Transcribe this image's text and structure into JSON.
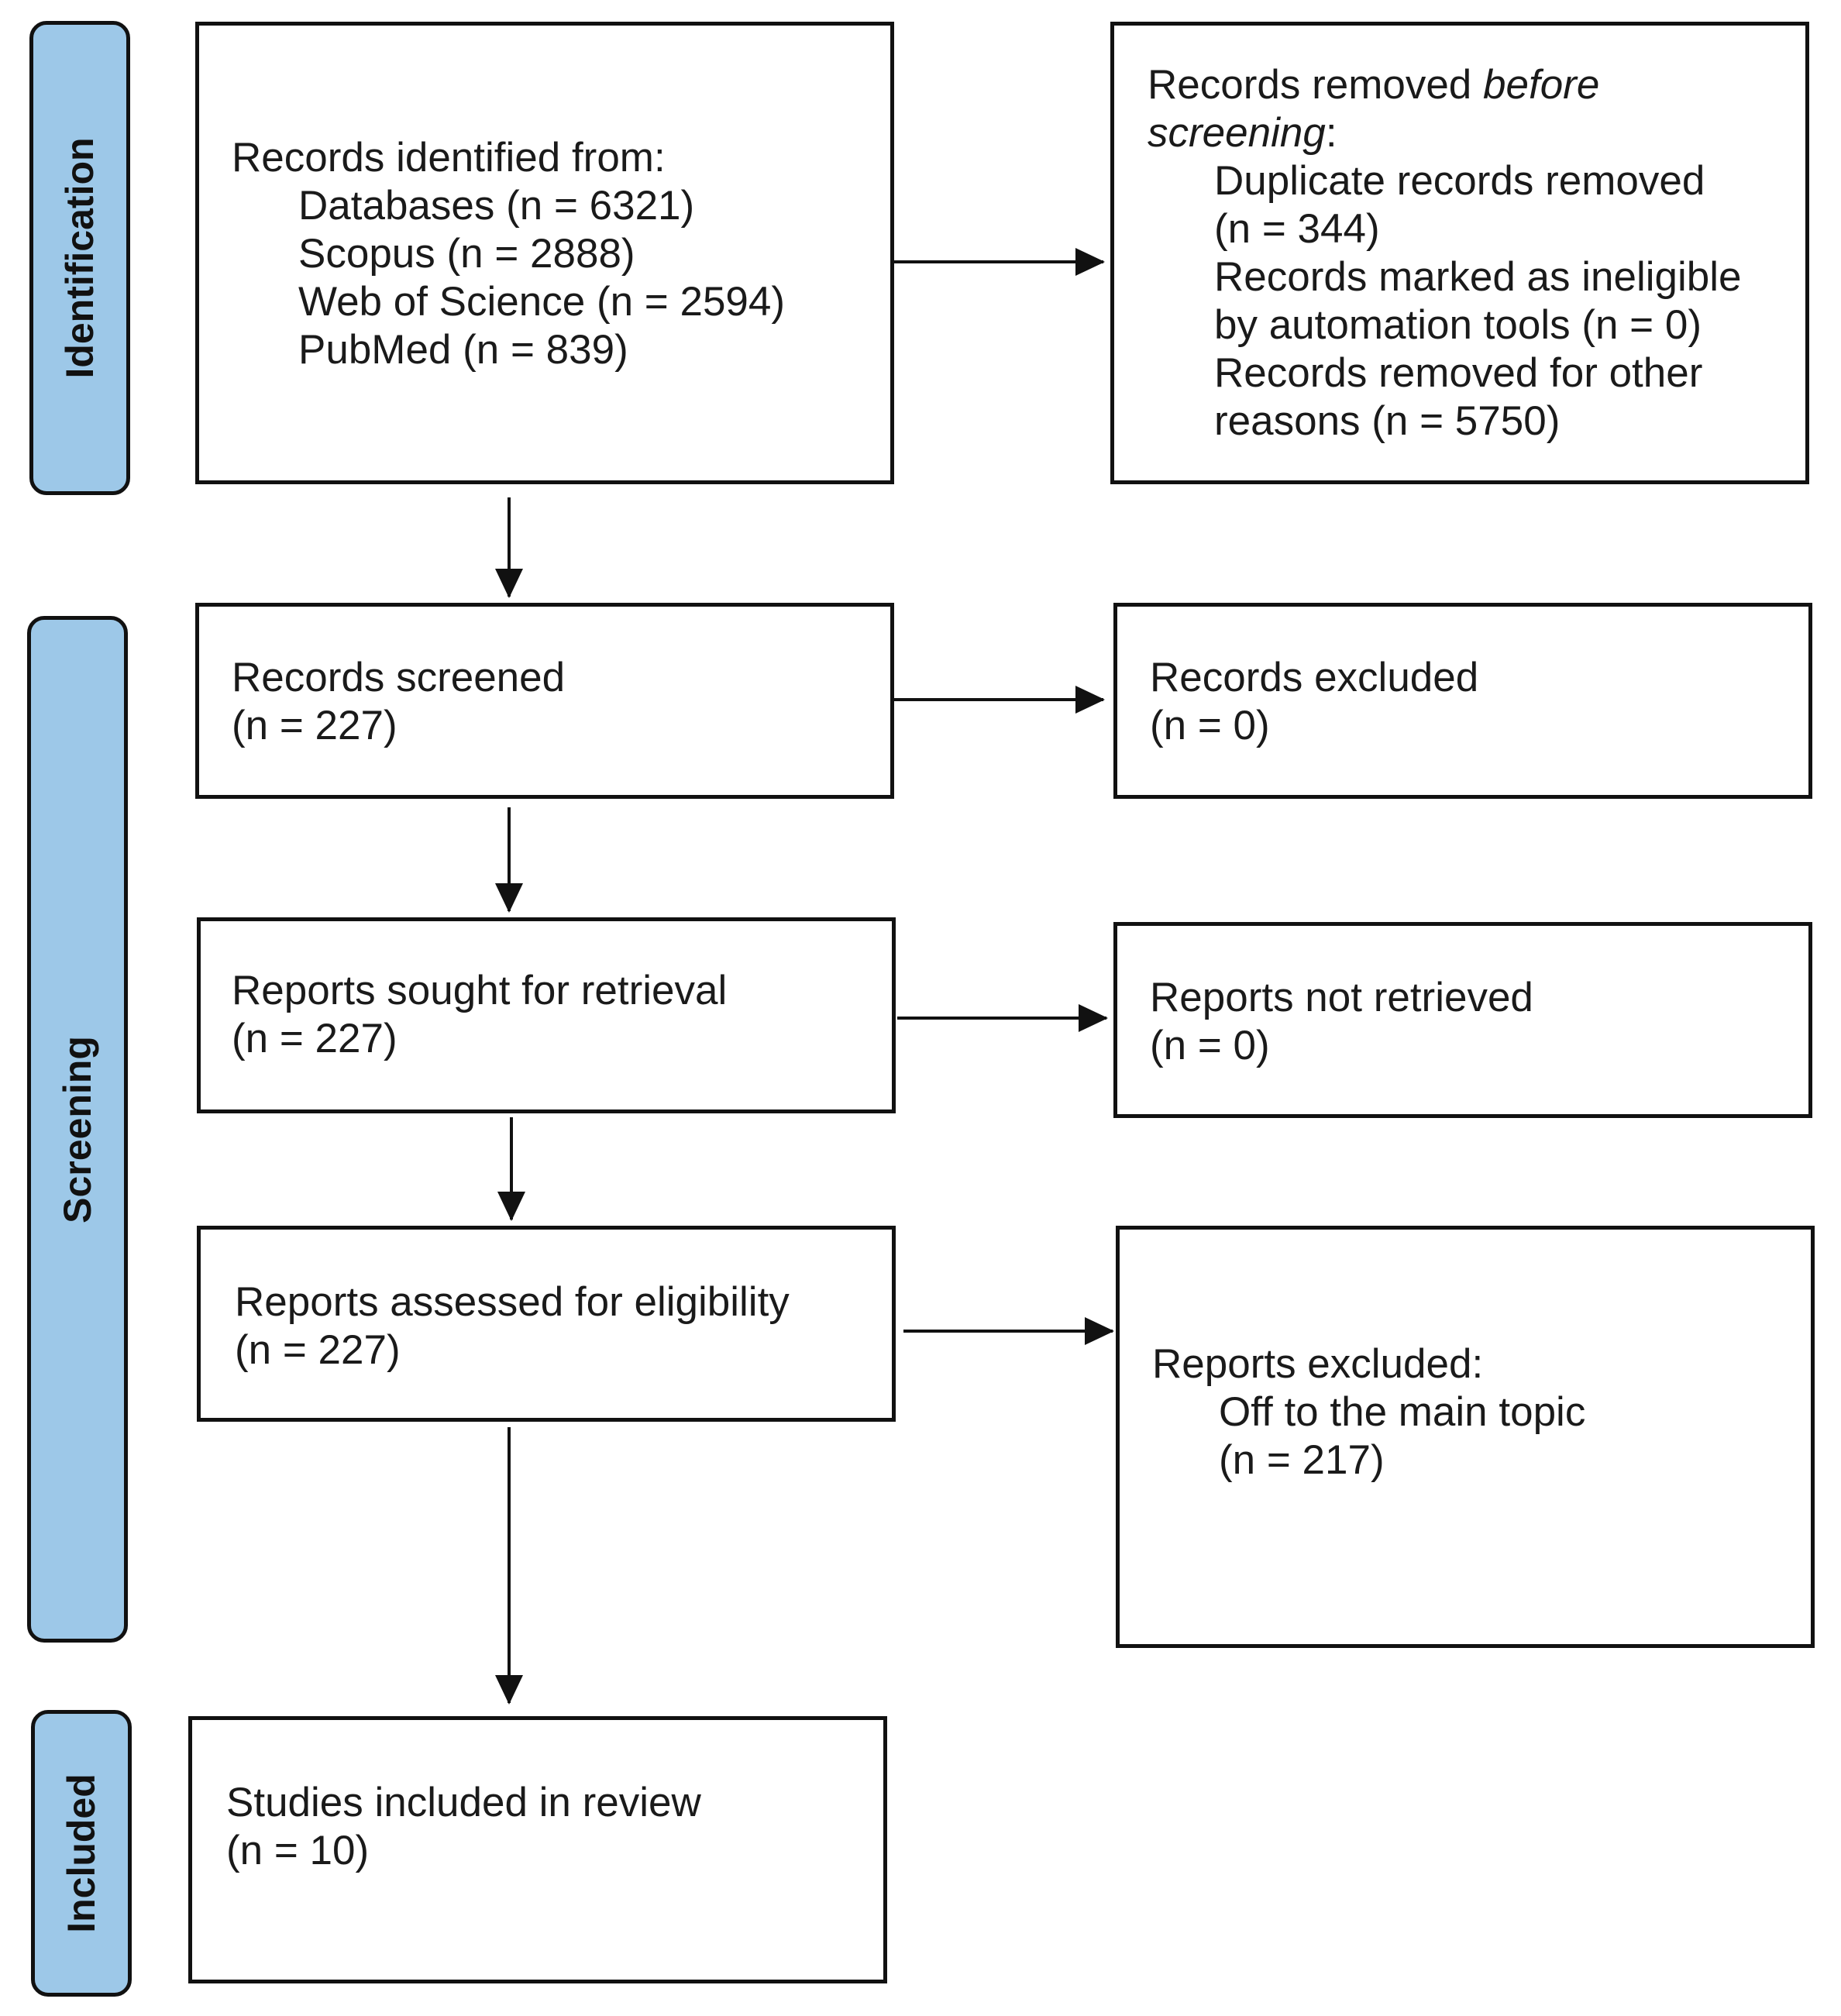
{
  "phases": {
    "identification": "Identification",
    "screening": "Screening",
    "included": "Included"
  },
  "identified": {
    "heading": "Records identified from:",
    "items": [
      "Databases (n = 6321)",
      "Scopus (n = 2888)",
      "Web of Science (n = 2594)",
      "PubMed (n = 839)"
    ]
  },
  "removed": {
    "heading_pre": "Records removed ",
    "heading_italic_1": "before",
    "heading_italic_2": "screening",
    "heading_post": ":",
    "lines": [
      "Duplicate records removed",
      "(n = 344)",
      "Records marked as ineligible",
      "by automation tools (n = 0)",
      "Records removed for other",
      "reasons (n = 5750)"
    ]
  },
  "screened": {
    "label": "Records screened",
    "count": "(n = 227)"
  },
  "excluded": {
    "label": "Records excluded",
    "count": "(n = 0)"
  },
  "sought": {
    "label": "Reports sought for retrieval",
    "count": "(n = 227)"
  },
  "not_retrieved": {
    "label": "Reports not retrieved",
    "count": "(n = 0)"
  },
  "assessed": {
    "label": "Reports assessed for eligibility",
    "count": "(n = 227)"
  },
  "reports_excluded": {
    "heading": "Reports excluded:",
    "reason": "Off to the main topic",
    "count": "(n = 217)"
  },
  "included_studies": {
    "label": "Studies included in review",
    "count": "(n = 10)"
  },
  "colors": {
    "phase_fill": "#9dc8e8",
    "stroke": "#111111"
  }
}
